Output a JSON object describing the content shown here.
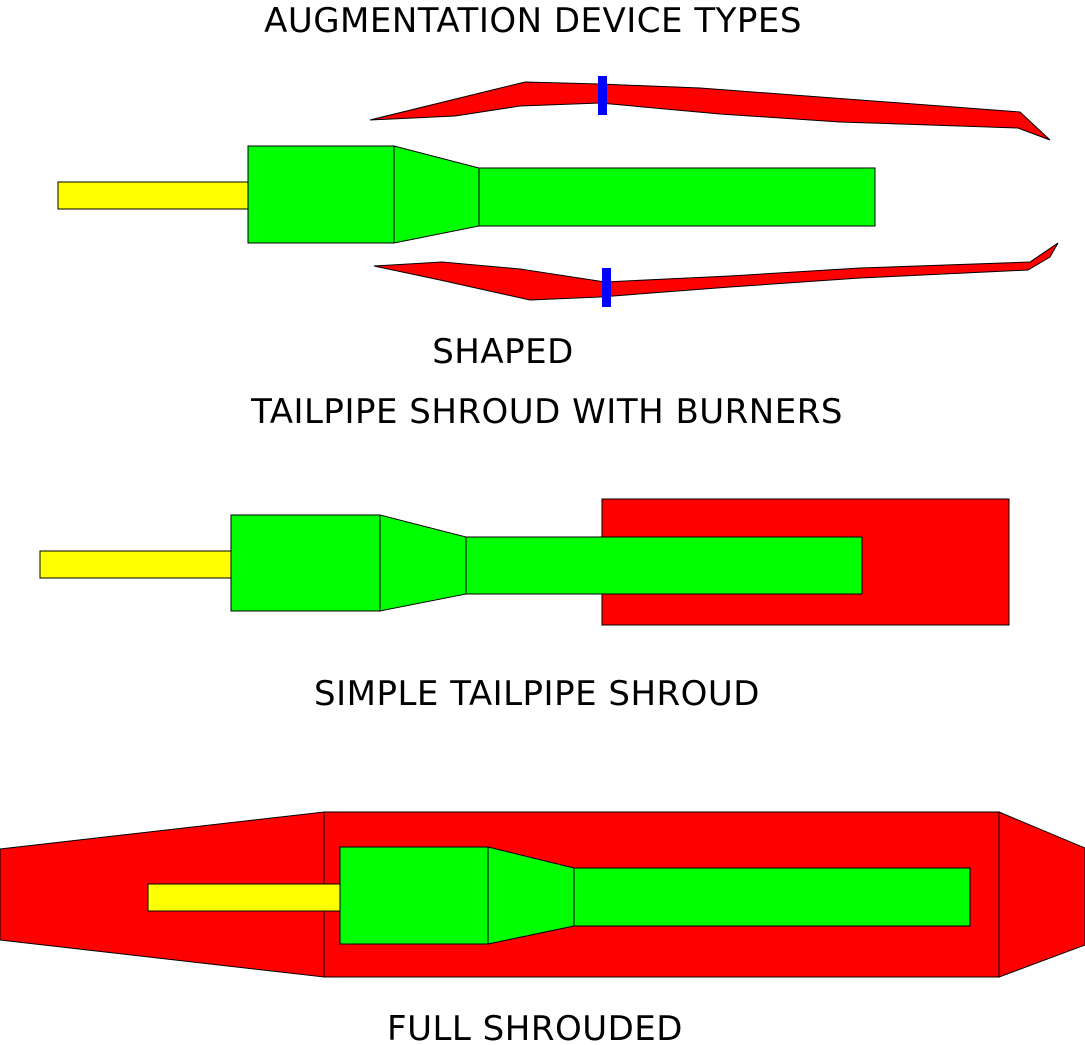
{
  "title": "AUGMENTATION DEVICE TYPES",
  "diagrams": [
    {
      "id": "shaped",
      "caption_lines": [
        "SHAPED",
        "TAILPIPE SHROUD WITH BURNERS"
      ]
    },
    {
      "id": "simple",
      "caption_lines": [
        "SIMPLE TAILPIPE SHROUD"
      ]
    },
    {
      "id": "full",
      "caption_lines": [
        "FULL SHROUDED"
      ]
    }
  ],
  "colors": {
    "shroud": "#ff0000",
    "engine": "#00ff00",
    "intake": "#ffff00",
    "burner": "#0000ff",
    "outline": "#000000",
    "background": "#ffffff"
  }
}
